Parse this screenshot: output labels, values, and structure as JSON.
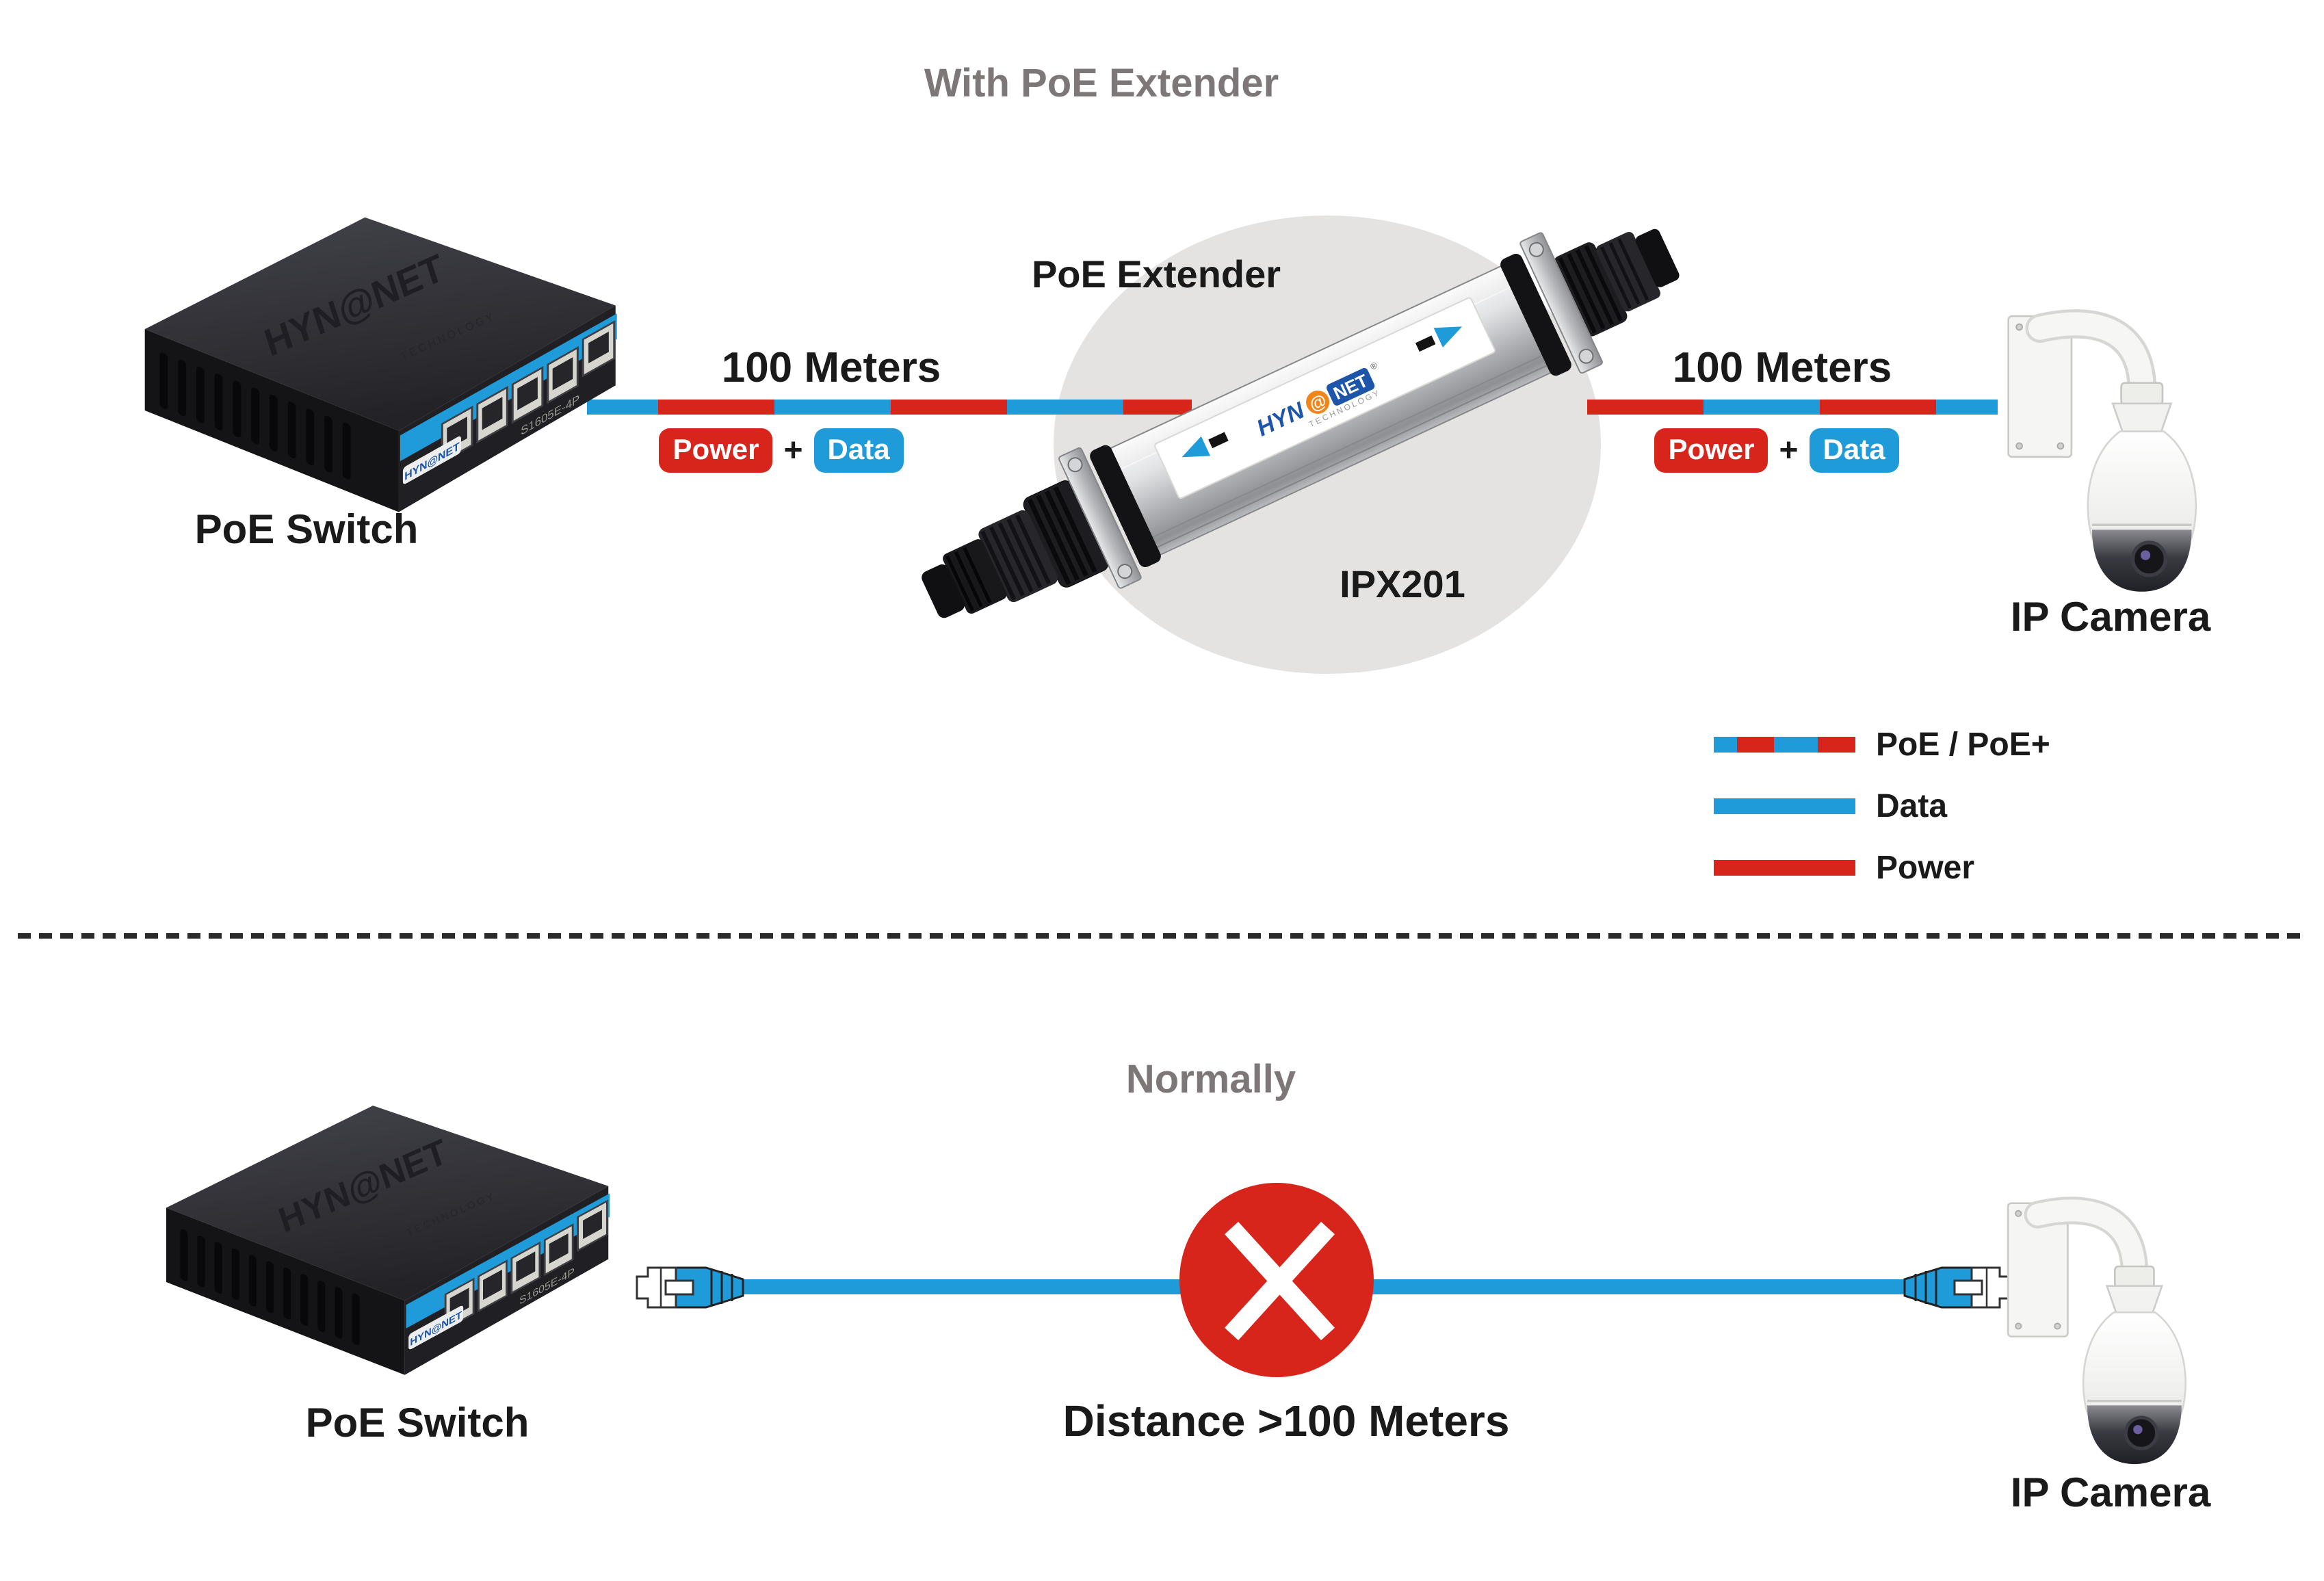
{
  "colors": {
    "cable_blue": "#1E9BD8",
    "cable_red": "#D8251C",
    "title_gray": "#7D7877",
    "ink": "#1A1A1A",
    "extender_circle_bg": "#E4E3E1",
    "badge_text": "#FFFFFF",
    "brand_blue": "#1D55A8",
    "brand_orange": "#F08519"
  },
  "brand": {
    "full": "HYN@NET",
    "hyn": "HYN",
    "at": "@",
    "net": "NET",
    "reg": "®",
    "tagline": "TECHNOLOGY"
  },
  "devices": {
    "switch_model": "S1605E-4P"
  },
  "top": {
    "title": "With PoE Extender",
    "switch_label": "PoE Switch",
    "extender_label": "PoE Extender",
    "extender_model": "IPX201",
    "camera_label": "IP Camera",
    "left_link": {
      "distance": "100 Meters",
      "power_badge": "Power",
      "plus": "+",
      "data_badge": "Data"
    },
    "right_link": {
      "distance": "100 Meters",
      "power_badge": "Power",
      "plus": "+",
      "data_badge": "Data"
    },
    "legend": [
      {
        "label": "PoE / PoE+",
        "type": "striped"
      },
      {
        "label": "Data",
        "type": "data"
      },
      {
        "label": "Power",
        "type": "power"
      }
    ]
  },
  "bottom": {
    "title": "Normally",
    "switch_label": "PoE Switch",
    "distance_label": "Distance >100 Meters",
    "camera_label": "IP Camera"
  }
}
